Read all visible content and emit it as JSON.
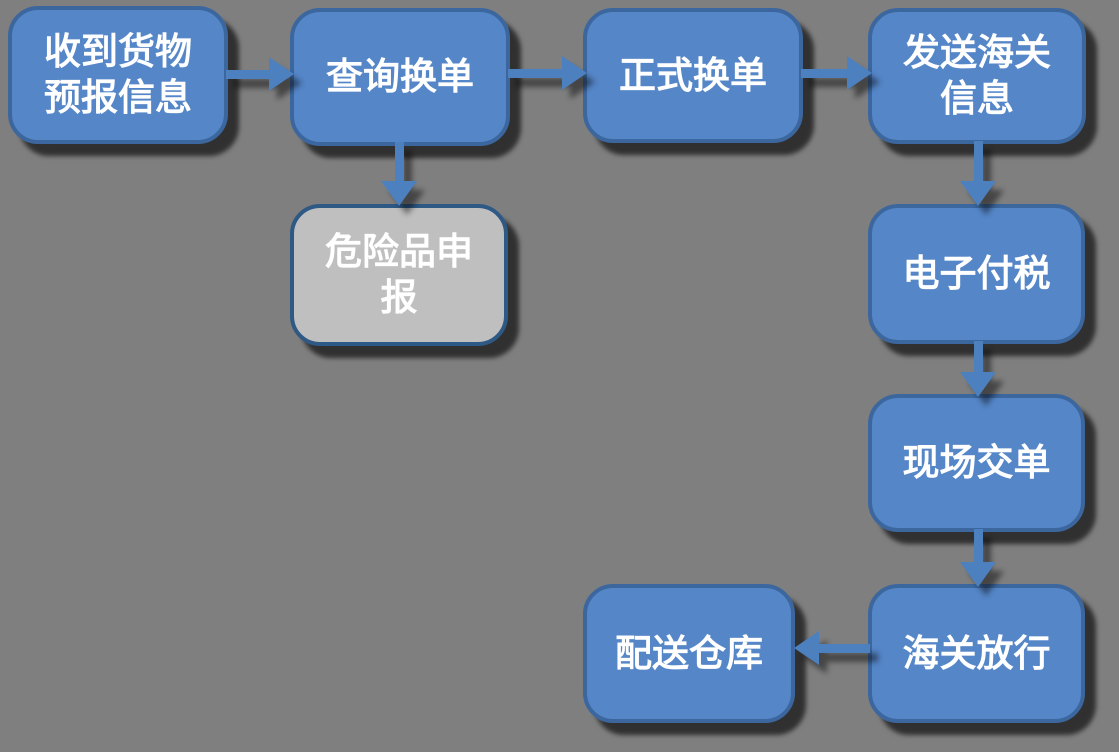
{
  "diagram": {
    "type": "flowchart",
    "colors": {
      "background": "#7F7F7F",
      "node_fill": "#5586C8",
      "node_border": "#3C679E",
      "disabled_node_fill": "#BFBFBF",
      "disabled_node_border": "#2E5984",
      "arrow": "#4C80BE",
      "text": "#FFFFFF"
    },
    "nodes": {
      "receive_cargo_info": {
        "label": "收到货物预报信息",
        "style": "primary"
      },
      "query_exchange": {
        "label": "查询换单",
        "style": "primary"
      },
      "formal_exchange": {
        "label": "正式换单",
        "style": "primary"
      },
      "send_customs_info": {
        "label": "发送海关信息",
        "style": "primary"
      },
      "dangerous_goods_declaration": {
        "label": "危险品申报",
        "style": "gray"
      },
      "electronic_tax_payment": {
        "label": "电子付税",
        "style": "primary"
      },
      "onsite_document_submission": {
        "label": "现场交单",
        "style": "primary"
      },
      "customs_release": {
        "label": "海关放行",
        "style": "primary"
      },
      "warehouse_delivery": {
        "label": "配送仓库",
        "style": "primary"
      }
    },
    "edges": [
      {
        "from": "receive_cargo_info",
        "to": "query_exchange",
        "direction": "right"
      },
      {
        "from": "query_exchange",
        "to": "formal_exchange",
        "direction": "right"
      },
      {
        "from": "formal_exchange",
        "to": "send_customs_info",
        "direction": "right"
      },
      {
        "from": "query_exchange",
        "to": "dangerous_goods_declaration",
        "direction": "down"
      },
      {
        "from": "send_customs_info",
        "to": "electronic_tax_payment",
        "direction": "down"
      },
      {
        "from": "electronic_tax_payment",
        "to": "onsite_document_submission",
        "direction": "down"
      },
      {
        "from": "onsite_document_submission",
        "to": "customs_release",
        "direction": "down"
      },
      {
        "from": "customs_release",
        "to": "warehouse_delivery",
        "direction": "left"
      }
    ]
  }
}
